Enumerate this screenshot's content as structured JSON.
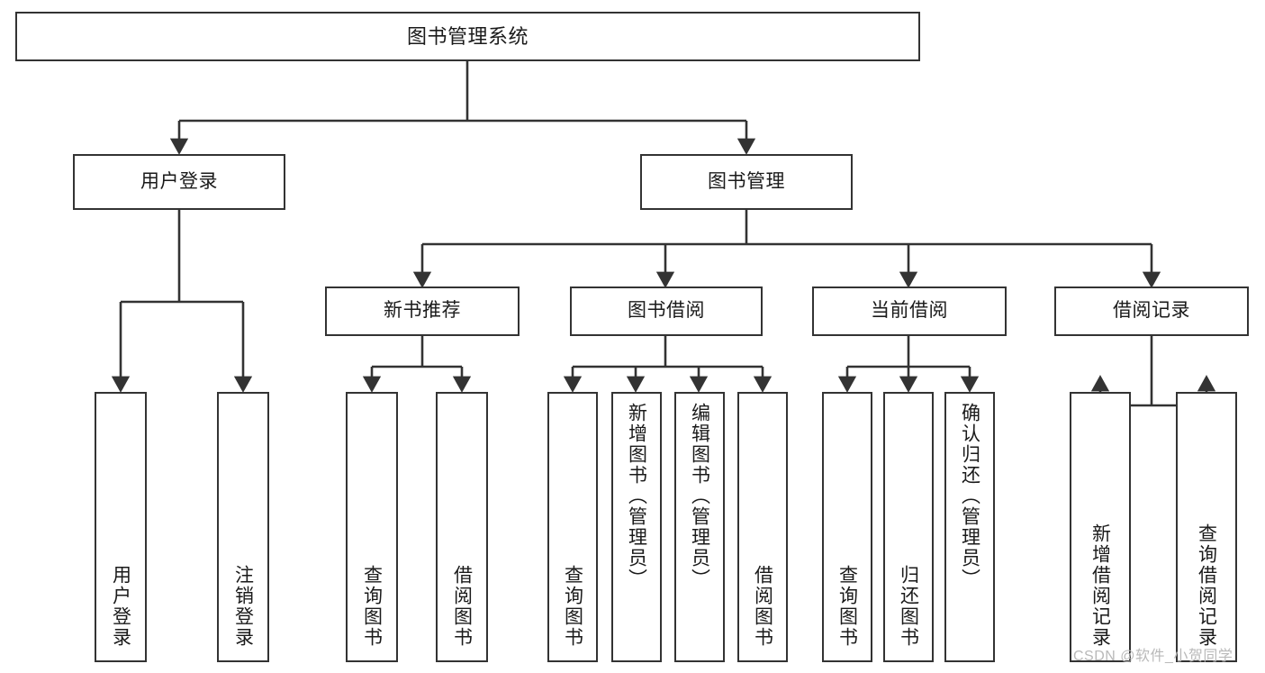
{
  "diagram": {
    "title": "图书管理系统",
    "type": "tree-hierarchy",
    "watermark": "CSDN @软件_小贺同学",
    "colors": {
      "box_border": "#333333",
      "box_fill": "#ffffff",
      "connector": "#333333",
      "text": "#1a1a1a",
      "watermark": "#b9b9b9",
      "canvas": "#ffffff"
    }
  },
  "root": {
    "label": "图书管理系统"
  },
  "level2": [
    {
      "label": "用户登录"
    },
    {
      "label": "图书管理"
    }
  ],
  "level3": [
    {
      "label": "新书推荐"
    },
    {
      "label": "图书借阅"
    },
    {
      "label": "当前借阅"
    },
    {
      "label": "借阅记录"
    }
  ],
  "leaves": {
    "user_login": [
      {
        "label": "用户登录"
      },
      {
        "label": "注销登录"
      }
    ],
    "new_book_recommend": [
      {
        "label": "查询图书"
      },
      {
        "label": "借阅图书"
      }
    ],
    "book_borrow": [
      {
        "label": "查询图书"
      },
      {
        "label": "新增图书（管理员）"
      },
      {
        "label": "编辑图书（管理员）"
      },
      {
        "label": "借阅图书"
      }
    ],
    "current_borrow": [
      {
        "label": "查询图书"
      },
      {
        "label": "归还图书"
      },
      {
        "label": "确认归还（管理员）"
      }
    ],
    "borrow_records": [
      {
        "label": "新增借阅记录"
      },
      {
        "label": "查询借阅记录"
      }
    ]
  }
}
